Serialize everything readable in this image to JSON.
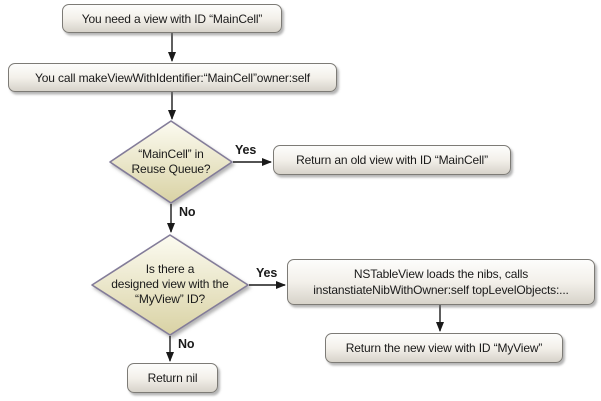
{
  "labels": {
    "yes": "Yes",
    "no": "No"
  },
  "colors": {
    "background": "#ffffff",
    "text": "#1a1a1a",
    "arrow": "#1a1a1a",
    "box_border": "#7d7b76",
    "box_fill_top": "#fdfdfc",
    "box_fill_mid": "#f3f0ea",
    "box_fill_bottom": "#d7d3ca",
    "diamond_border": "#837c99",
    "diamond_fill_top": "#fcfbf1",
    "diamond_fill_bottom": "#d9d2a4"
  },
  "nodes": {
    "need_view": {
      "text": "You need a view with ID “MainCell”"
    },
    "call_make": {
      "text": "You call makeViewWithIdentifier:“MainCell”owner:self"
    },
    "reuse_decision": {
      "lines": [
        "“MainCell” in",
        "Reuse Queue?"
      ]
    },
    "return_old": {
      "text": "Return an old view with ID “MainCell”"
    },
    "designed_decision": {
      "lines": [
        "Is there a",
        "designed view with the",
        "“MyView” ID?"
      ]
    },
    "load_nibs": {
      "lines": [
        "NSTableView loads the nibs, calls",
        "instanstiateNibWithOwner:self topLevelObjects:..."
      ]
    },
    "return_new": {
      "text": "Return the new view with ID “MyView”"
    },
    "return_nil": {
      "text": "Return nil"
    }
  }
}
